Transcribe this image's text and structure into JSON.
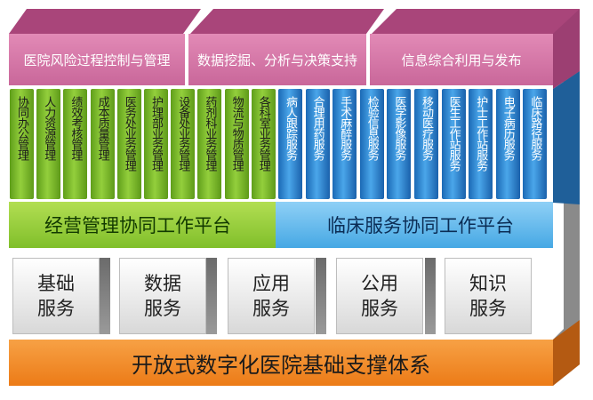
{
  "top_tier": [
    {
      "label": "医院风险过程控制与管理"
    },
    {
      "label": "数据挖掘、分析与决策支持"
    },
    {
      "label": "信息综合利用与发布"
    }
  ],
  "management_modules": [
    "协同办公管理",
    "人力资源管理",
    "绩效考核管理",
    "成本质量管理",
    "医务处业务管理",
    "护理部业务管理",
    "设备处业务管理",
    "药剂科业务管理",
    "物流与物质管理",
    "各科室业务管理"
  ],
  "clinical_modules": [
    "病人跟踪服务",
    "合理用药服务",
    "手术麻醉服务",
    "检验信息服务",
    "医学影像服务",
    "移动医疗服务",
    "医生工作站服务",
    "护士工作站服务",
    "电子病历服务",
    "临床路径服务"
  ],
  "platforms": {
    "management": "经营管理协同工作平台",
    "clinical": "临床服务协同工作平台"
  },
  "services": [
    {
      "line1": "基础",
      "line2": "服务"
    },
    {
      "line1": "数据",
      "line2": "服务"
    },
    {
      "line1": "应用",
      "line2": "服务"
    },
    {
      "line1": "公用",
      "line2": "服务"
    },
    {
      "line1": "知识",
      "line2": "服务"
    }
  ],
  "base": "开放式数字化医院基础支撑体系",
  "colors": {
    "top": "#d27aa8",
    "management": "#7cbc2c",
    "clinical": "#3d9be0",
    "base": "#f08a24"
  }
}
